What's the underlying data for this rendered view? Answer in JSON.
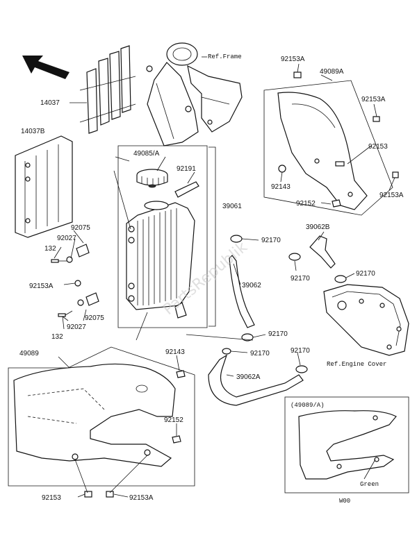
{
  "refs": {
    "frame": "Ref.Frame",
    "engine_cover": "Ref.Engine Cover"
  },
  "parts": {
    "p14037": "14037",
    "p14037B": "14037B",
    "p49085A": "49085/A",
    "p92191": "92191",
    "p39061": "39061",
    "p92075a": "92075",
    "p92027a": "92027",
    "p132a": "132",
    "p92153Aa": "92153A",
    "p92027b": "92027",
    "p92075b": "92075",
    "p132b": "132",
    "p92153A_top": "92153A",
    "p49089A": "49089A",
    "p92153A_r1": "92153A",
    "p92153": "92153",
    "p92143_r": "92143",
    "p92153A_r2": "92153A",
    "p92152_r": "92152",
    "p39062B": "39062B",
    "p92170_a": "92170",
    "p92170_b": "92170",
    "p92170_c": "92170",
    "p39062": "39062",
    "p92170_d": "92170",
    "p92170_e": "92170",
    "p92170_f": "92170",
    "p39062A": "39062A",
    "p49089": "49089",
    "p92143_l": "92143",
    "p92152_l": "92152",
    "p92153_b": "92153",
    "p92153A_b": "92153A"
  },
  "inset": {
    "title": "(49089/A)",
    "color_label": "Green",
    "code": "W00"
  },
  "watermark": "PartsRepublik"
}
